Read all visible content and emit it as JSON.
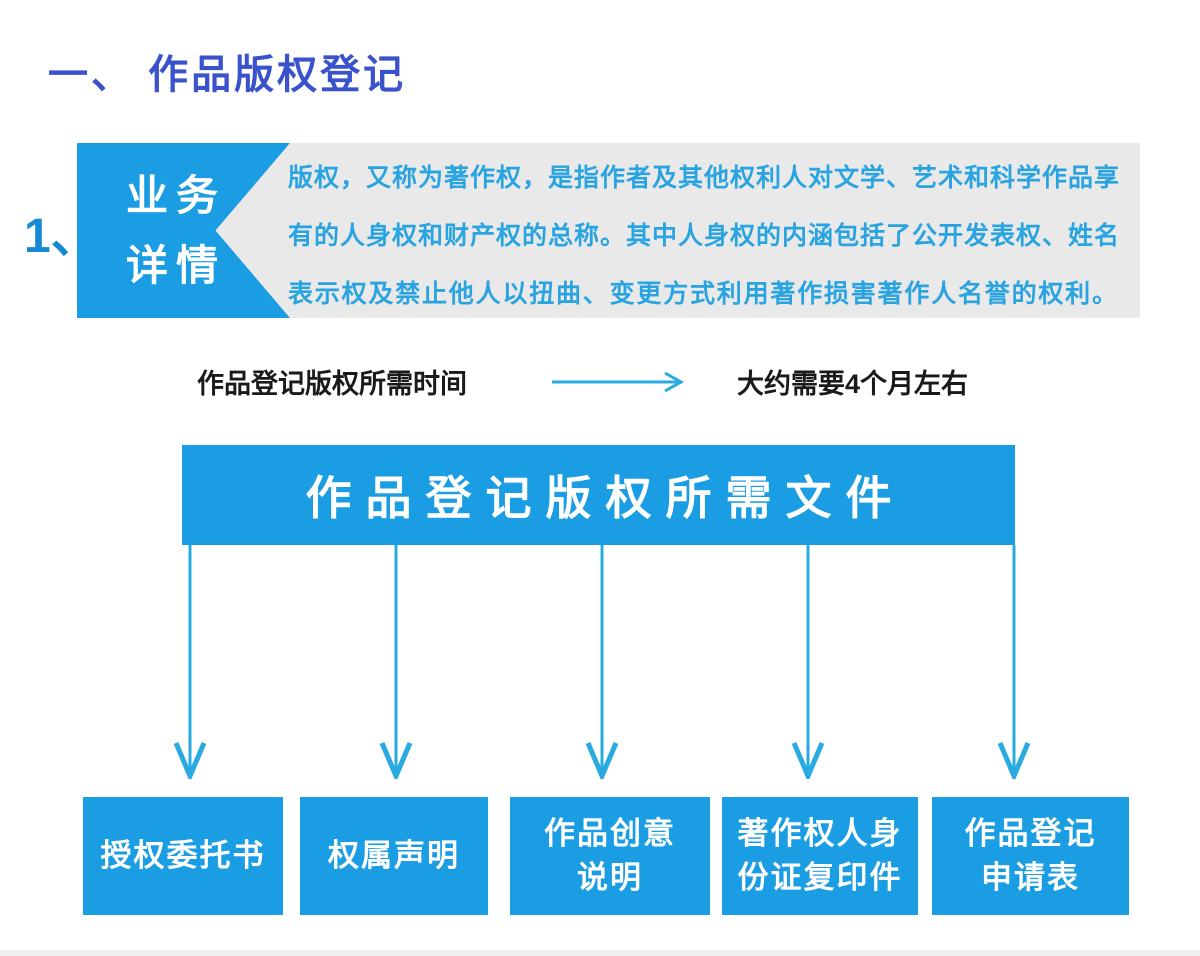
{
  "page": {
    "title": "一、 作品版权登记",
    "section_number": "1、"
  },
  "detail_card": {
    "label_line1": "业务",
    "label_line2": "详情",
    "body_lines": [
      "版权，又称为著作权，是指作者及其他权利人对文学、艺术和科学作品享",
      "有的人身权和财产权的总称。其中人身权的内涵包括了公开发表权、姓名",
      "表示权及禁止他人以扭曲、变更方式利用著作损害著作人名誉的权利。"
    ]
  },
  "timeline": {
    "label": "作品登记版权所需时间",
    "value": "大约需要4个月左右"
  },
  "documents": {
    "header": "作品登记版权所需文件",
    "items": [
      {
        "line1": "授权委托书",
        "line2": ""
      },
      {
        "line1": "权属声明",
        "line2": ""
      },
      {
        "line1": "作品创意",
        "line2": "说明"
      },
      {
        "line1": "著作权人身",
        "line2": "份证复印件"
      },
      {
        "line1": "作品登记",
        "line2": "申请表"
      }
    ]
  },
  "colors": {
    "azure": "#1a9de2",
    "azure_bright": "#29abe2",
    "royal_blue": "#3a52cb",
    "number_blue": "#1689d4",
    "panel_gray": "#e9e9e9",
    "text_black": "#1a1a1a",
    "paragraph_blue": "#29a4e1",
    "bottom_strip_gray": "#f0f0f0",
    "white": "#ffffff"
  }
}
